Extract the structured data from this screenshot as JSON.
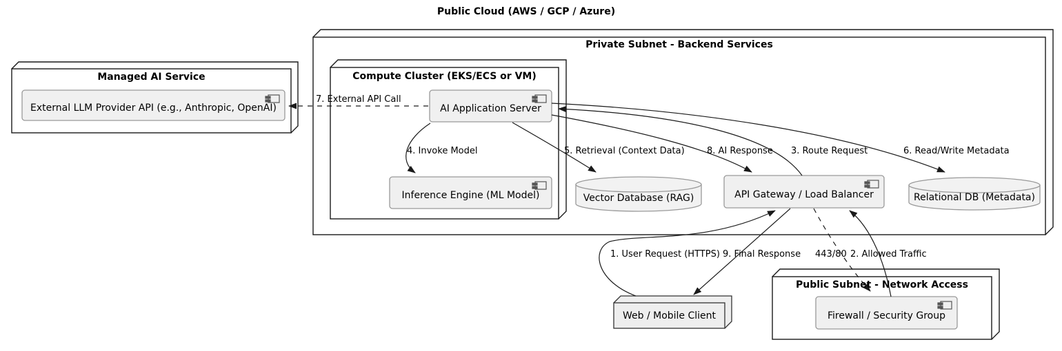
{
  "diagram": {
    "title": "Public Cloud (AWS / GCP / Azure)",
    "type": "deployment-diagram"
  },
  "groups": {
    "managed_ai_service": {
      "label": "Managed AI Service"
    },
    "private_subnet": {
      "label": "Private Subnet - Backend Services"
    },
    "compute_cluster": {
      "label": "Compute Cluster (EKS/ECS or VM)"
    },
    "public_subnet": {
      "label": "Public Subnet - Network Access"
    }
  },
  "components": {
    "external_llm_api": {
      "label": "External LLM Provider API (e.g., Anthropic, OpenAI)"
    },
    "ai_app_server": {
      "label": "AI Application Server"
    },
    "inference_engine": {
      "label": "Inference Engine (ML Model)"
    },
    "api_gateway": {
      "label": "API Gateway / Load Balancer"
    },
    "firewall": {
      "label": "Firewall / Security Group"
    }
  },
  "databases": {
    "vector_db": {
      "label": "Vector Database (RAG)"
    },
    "relational_db": {
      "label": "Relational DB (Metadata)"
    }
  },
  "nodes": {
    "web_client": {
      "label": "Web / Mobile Client"
    }
  },
  "arrows": [
    {
      "id": "1",
      "label": "1. User Request (HTTPS)",
      "from": "web-mobile-client",
      "to": "api-gateway",
      "style": "solid"
    },
    {
      "id": "2",
      "label": "2. Allowed Traffic",
      "from": "firewall",
      "to": "api-gateway",
      "style": "solid"
    },
    {
      "id": "3",
      "label": "3. Route Request",
      "from": "api-gateway",
      "to": "ai-application-server",
      "style": "solid"
    },
    {
      "id": "4",
      "label": "4. Invoke Model",
      "from": "ai-application-server",
      "to": "inference-engine",
      "style": "solid"
    },
    {
      "id": "5",
      "label": "5. Retrieval (Context Data)",
      "from": "ai-application-server",
      "to": "vector-database",
      "style": "solid"
    },
    {
      "id": "6",
      "label": "6. Read/Write Metadata",
      "from": "ai-application-server",
      "to": "relational-db",
      "style": "solid"
    },
    {
      "id": "7",
      "label": "7. External API Call",
      "from": "ai-application-server",
      "to": "external-llm-api",
      "style": "dashed"
    },
    {
      "id": "8",
      "label": "8. AI Response",
      "from": "ai-application-server",
      "to": "api-gateway",
      "style": "solid"
    },
    {
      "id": "9",
      "label": "9. Final Response",
      "from": "api-gateway",
      "to": "web-mobile-client",
      "style": "solid"
    },
    {
      "id": "443",
      "label": "443/80",
      "from": "api-gateway",
      "to": "firewall",
      "style": "dashed"
    }
  ],
  "colors": {
    "node_fill": "#ffffff",
    "node_border": "#1a1a1a",
    "component_fill": "#f0f0f0",
    "component_border": "#999999",
    "client_node_fill": "#eeeeee",
    "arrow": "#1a1a1a",
    "text": "#000000"
  }
}
